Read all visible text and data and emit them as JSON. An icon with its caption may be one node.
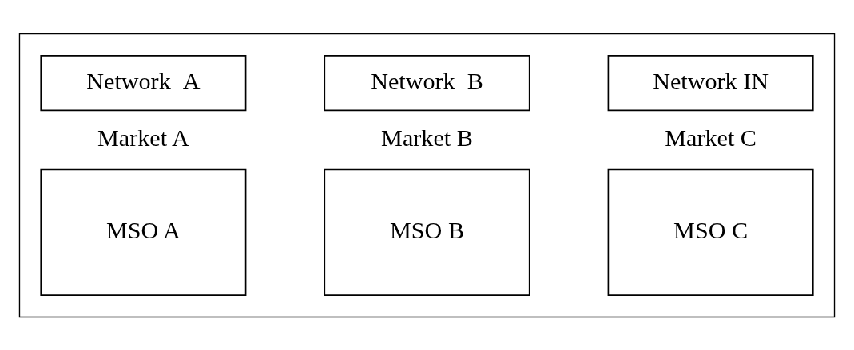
{
  "diagram": {
    "nodes": [
      {
        "text": [],
        "shape": "box"
      },
      {
        "text": [
          "Network  A"
        ],
        "in": 0
      },
      {
        "text": [
          "Network  B"
        ],
        "in": 0
      },
      {
        "text": [
          "Network IN"
        ],
        "in": 0
      },
      {
        "text": [
          "MSO A"
        ],
        "in": 0,
        "beside": [
          "Market A"
        ]
      },
      {
        "text": [
          "MSO B"
        ],
        "in": 0,
        "beside": [
          "Market B"
        ]
      },
      {
        "text": [
          "MSO C"
        ],
        "in": 0,
        "beside": [
          "Market C"
        ]
      }
    ]
  }
}
